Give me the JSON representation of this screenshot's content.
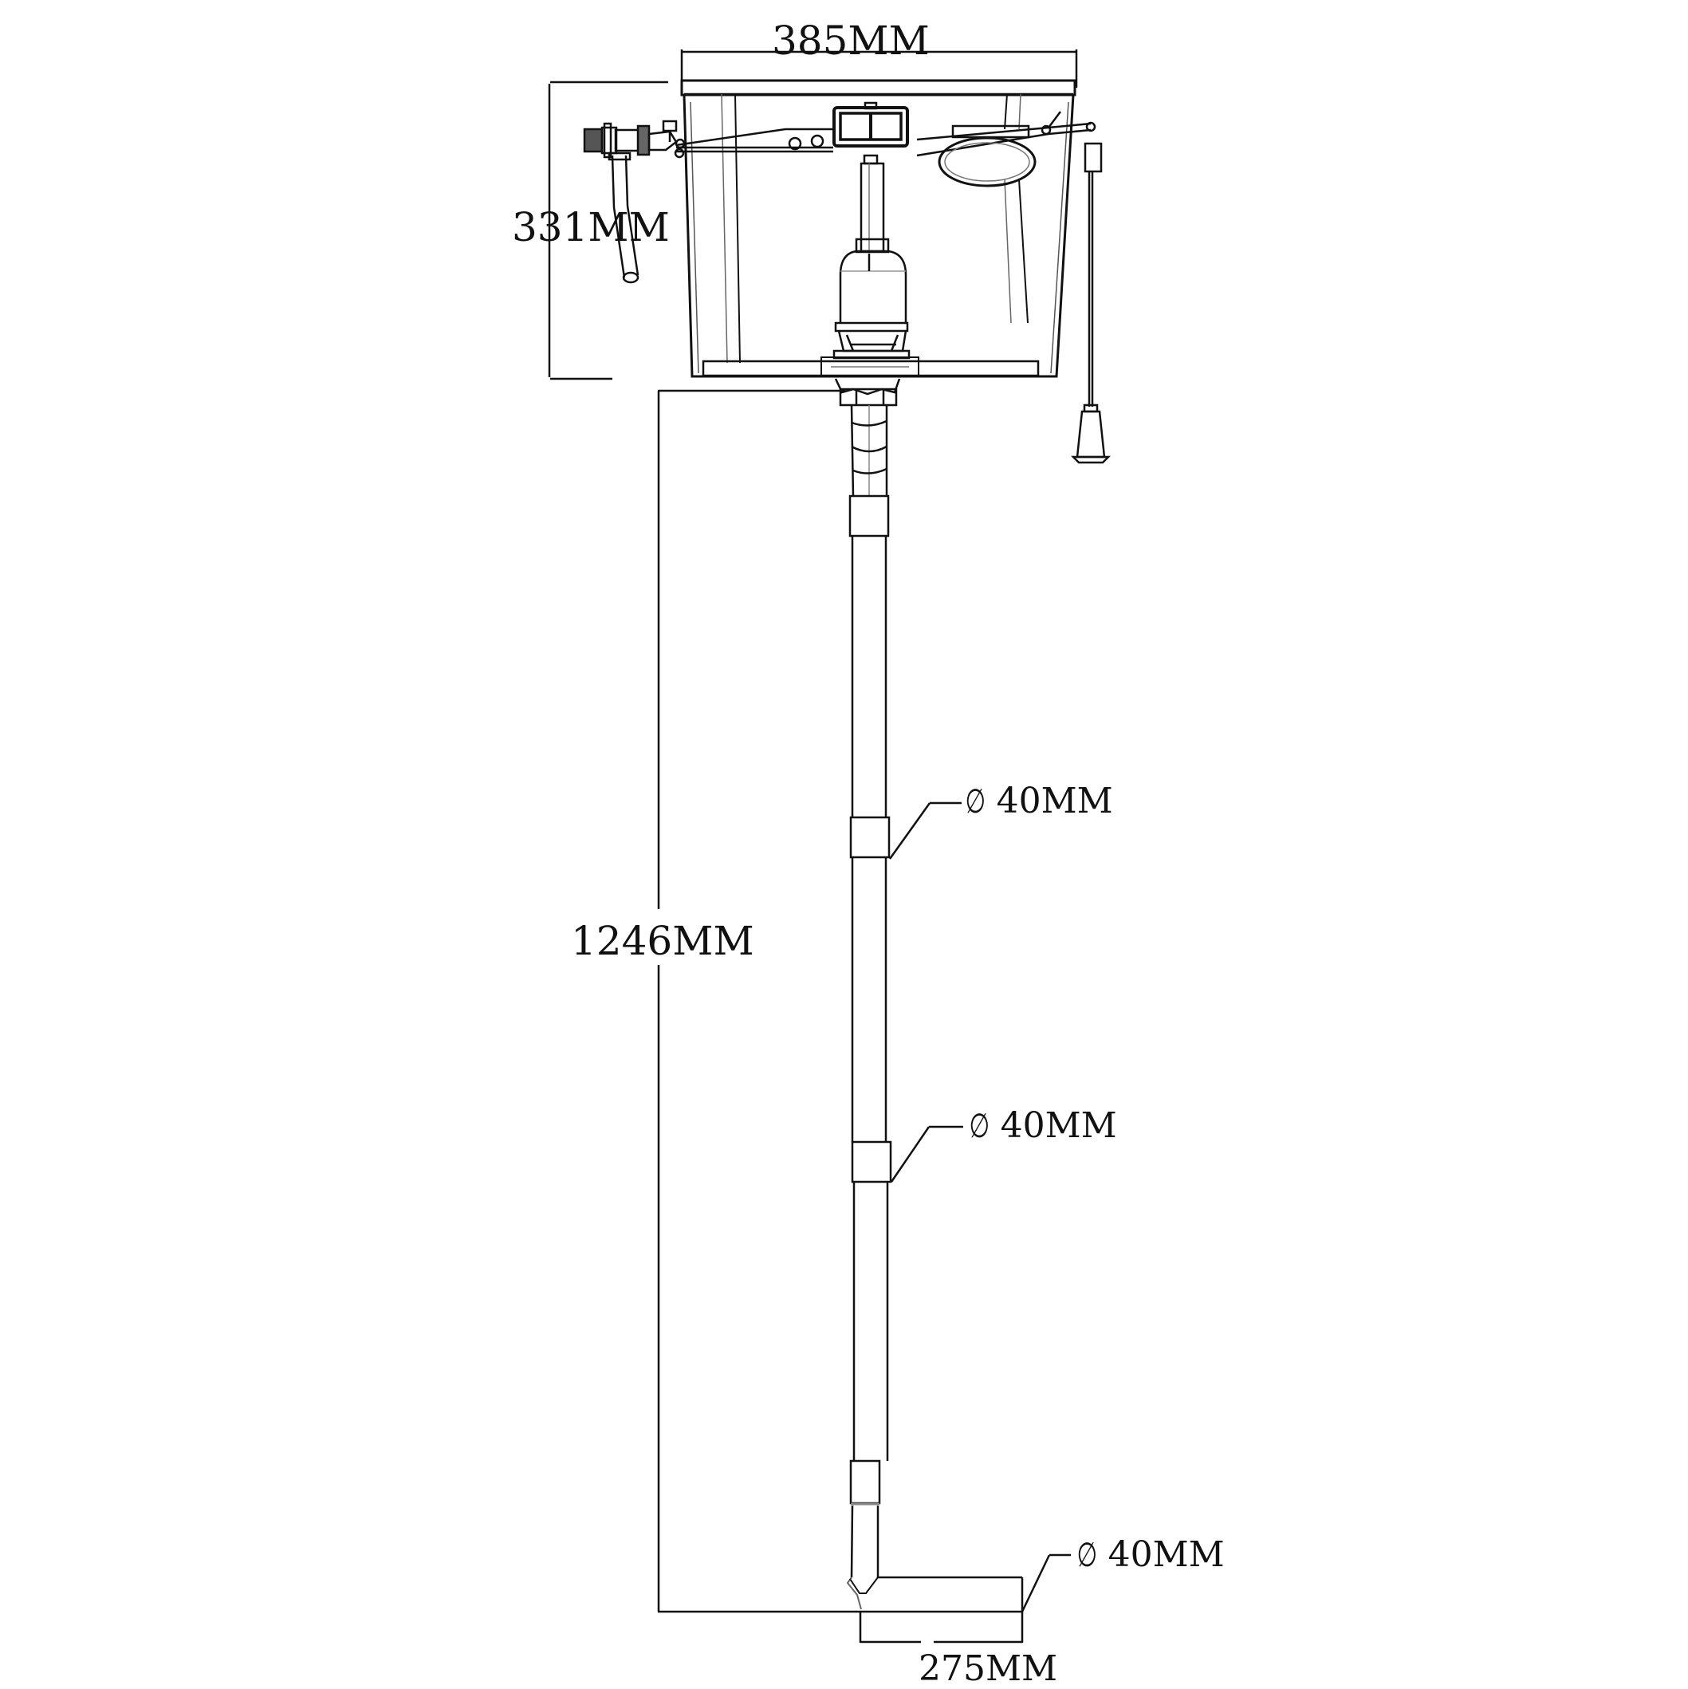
{
  "drawing": {
    "subject": "High-level cistern with flush pipe",
    "stroke_color": "#111111",
    "background": "#ffffff"
  },
  "dimensions": {
    "cistern_width": "385MM",
    "cistern_height": "331MM",
    "pipe_drop_height": "1246MM",
    "pipe_offset_length": "275MM",
    "diameter_symbol": "∅",
    "pipe_diameter_1": "40MM",
    "pipe_diameter_2": "40MM",
    "pipe_diameter_3": "40MM"
  }
}
